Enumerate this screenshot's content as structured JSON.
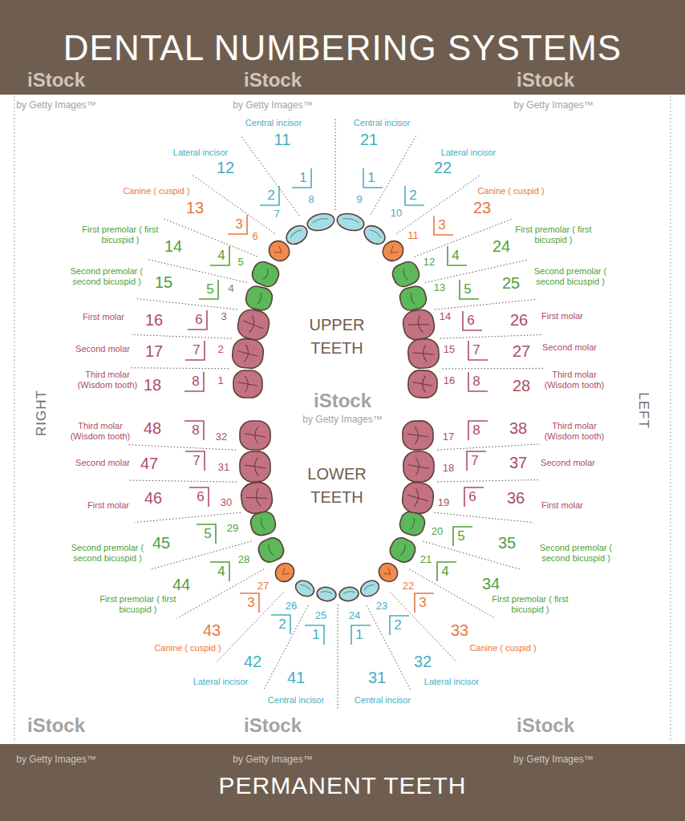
{
  "diagram": {
    "title": "DENTAL NUMBERING SYSTEMS",
    "caption": "PERMANENT TEETH",
    "labels": [
      "RIGHT",
      "LEFT",
      "UPPER TEETH",
      "LOWER TEETH",
      "Central incisor",
      "11",
      "1",
      "8",
      "Lateral incisor",
      "12",
      "2",
      "7",
      "Canine ( cuspid )",
      "13",
      "3",
      "6",
      "First premolar ( first bicuspid )",
      "14",
      "4",
      "5",
      "Second premolar ( second bicuspid )",
      "15",
      "5",
      "4",
      "First molar",
      "16",
      "6",
      "3",
      "Second molar",
      "17",
      "7",
      "2",
      "Third molar (Wisdom tooth)",
      "18",
      "8",
      "1",
      "Central incisor",
      "21",
      "1",
      "9",
      "Lateral incisor",
      "22",
      "2",
      "10",
      "Canine ( cuspid )",
      "23",
      "3",
      "11",
      "First premolar ( first bicuspid )",
      "24",
      "4",
      "12",
      "Second premolar ( second bicuspid )",
      "25",
      "5",
      "13",
      "First molar",
      "26",
      "6",
      "14",
      "Second molar",
      "27",
      "7",
      "15",
      "Third molar (Wisdom tooth)",
      "28",
      "8",
      "16",
      "Central incisor",
      "41",
      "1",
      "25",
      "Lateral incisor",
      "42",
      "2",
      "26",
      "Canine ( cuspid )",
      "43",
      "3",
      "27",
      "First premolar ( first bicuspid )",
      "44",
      "4",
      "28",
      "Second premolar ( second bicuspid )",
      "45",
      "5",
      "29",
      "First molar",
      "46",
      "6",
      "30",
      "Second molar",
      "47",
      "7",
      "31",
      "Third molar (Wisdom tooth)",
      "48",
      "8",
      "32",
      "Central incisor",
      "31",
      "1",
      "24",
      "Lateral incisor",
      "32",
      "2",
      "23",
      "Canine ( cuspid )",
      "33",
      "3",
      "22",
      "First premolar ( first bicuspid )",
      "34",
      "4",
      "21",
      "Second premolar ( second bicuspid )",
      "35",
      "5",
      "20",
      "First molar",
      "36",
      "6",
      "19",
      "Second molar",
      "37",
      "7",
      "18",
      "Third molar (Wisdom tooth)",
      "38",
      "8",
      "17",
      "iStock",
      "iStock",
      "iStock",
      "by Getty Images™",
      "by Getty Images™",
      "by Getty Images™",
      "iStock",
      "by Getty Images™",
      "iStock",
      "iStock",
      "iStock",
      "by Getty Images™",
      "by Getty Images™",
      "by Getty Images™"
    ]
  }
}
